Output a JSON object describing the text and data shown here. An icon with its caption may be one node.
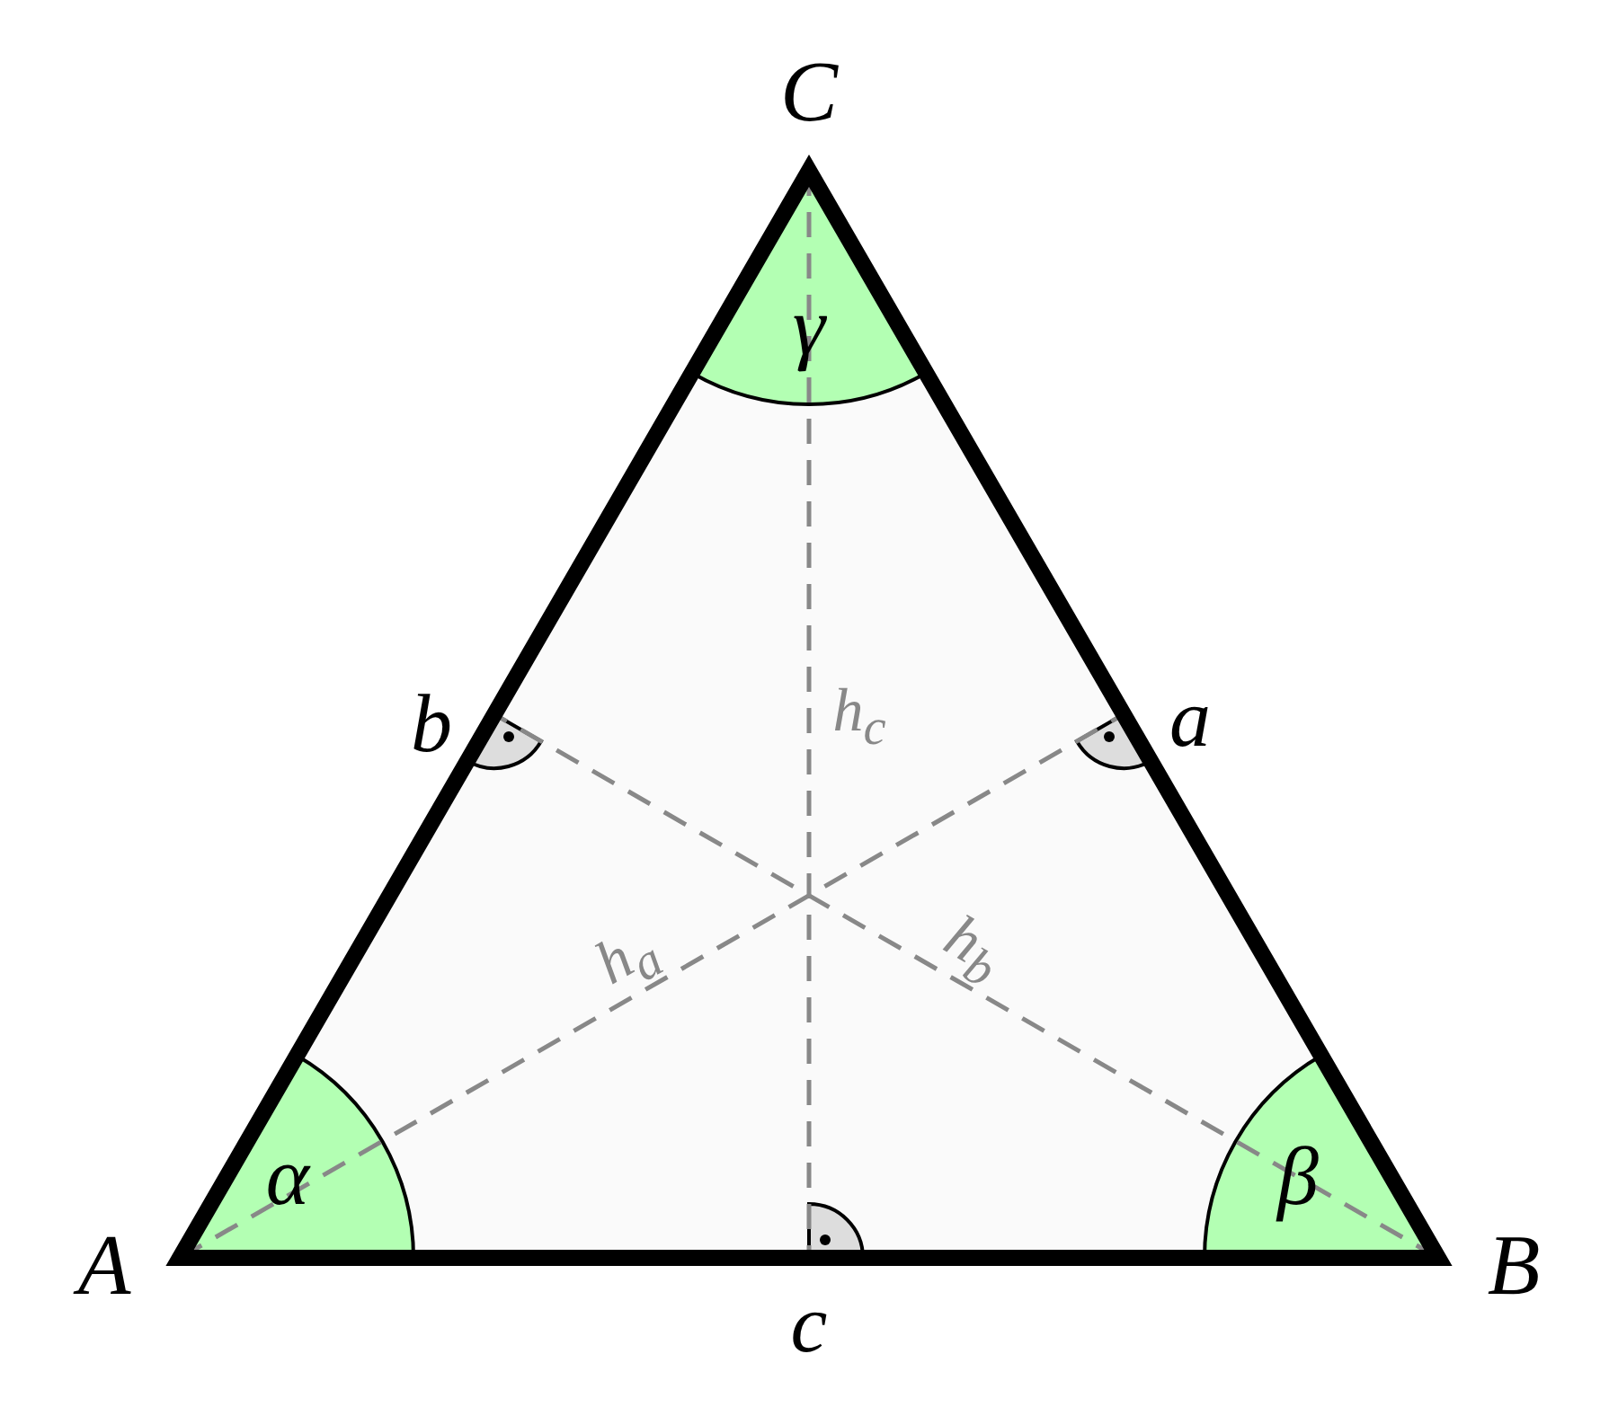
{
  "diagram": {
    "labels": [
      "C",
      "γ",
      "b",
      "h$_{c}$",
      "a",
      "h$_{a}$",
      "h$_{b}$",
      "α",
      "β",
      "A",
      "c",
      "B"
    ]
  }
}
